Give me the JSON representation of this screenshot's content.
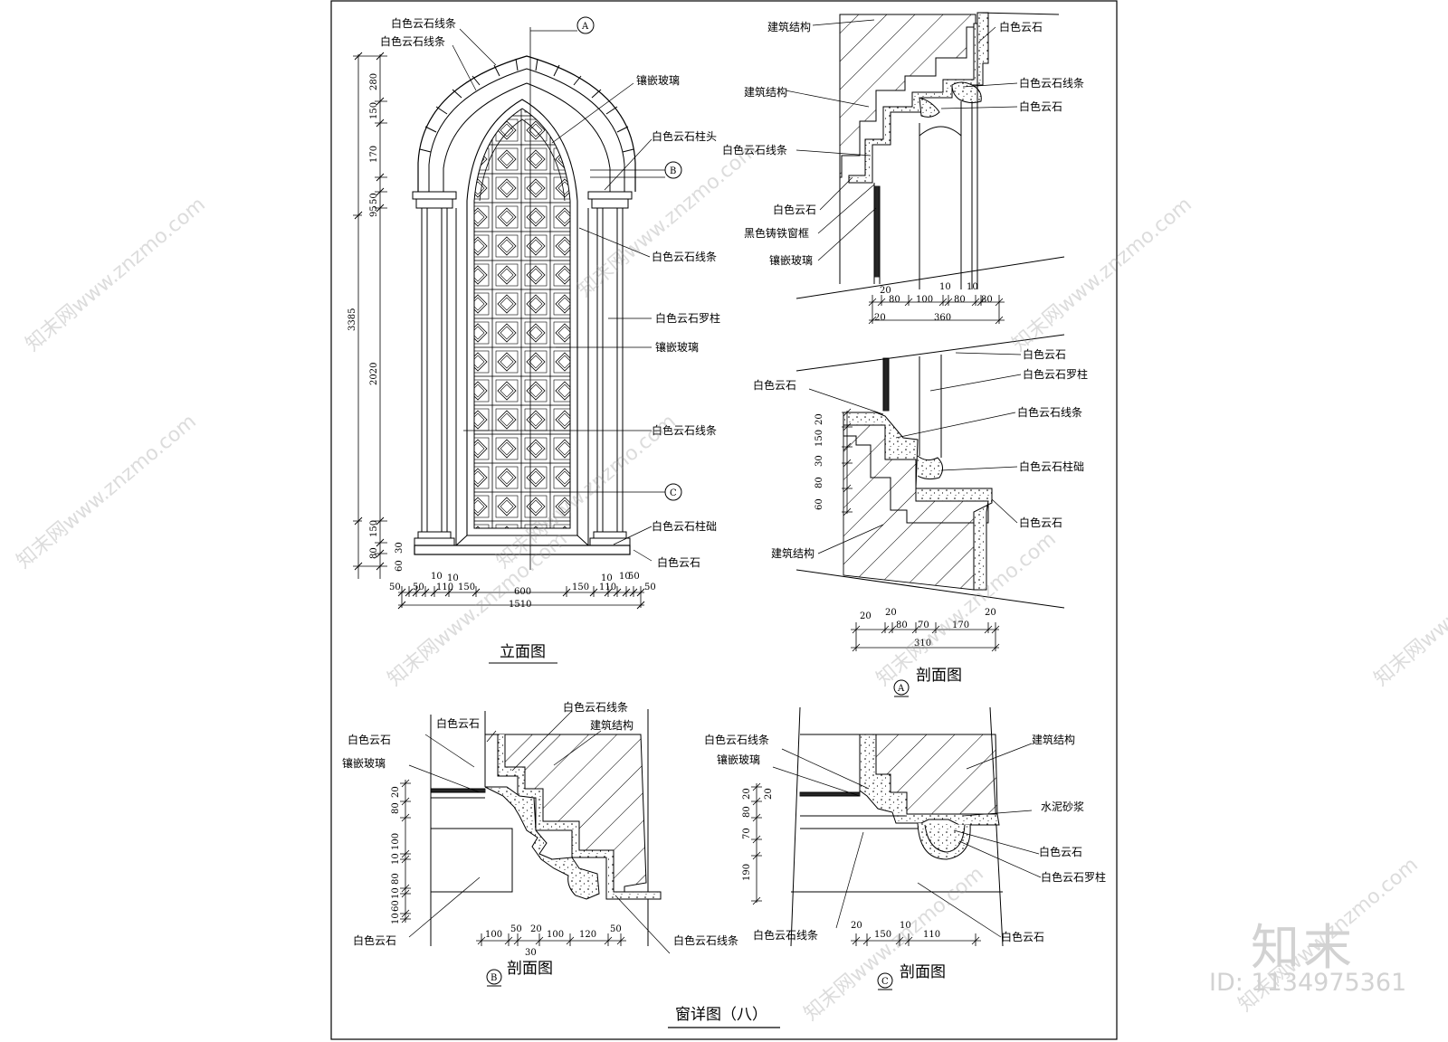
{
  "drawing": {
    "elevation": {
      "title": "立面图",
      "axis_markers": [
        "A",
        "B",
        "C"
      ],
      "labels": [
        "白色云石线条",
        "白色云石线条",
        "镶嵌玻璃",
        "白色云石柱头",
        "白色云石线条",
        "白色云石罗柱",
        "镶嵌玻璃",
        "白色云石线条",
        "白色云石柱础",
        "白色云石"
      ],
      "vertical_dims": [
        "280",
        "150",
        "170",
        "50",
        "95",
        "3385",
        "2020",
        "150",
        "80",
        "30",
        "60"
      ],
      "horizontal_dims_top": [
        "10",
        "10",
        "10",
        "10"
      ],
      "horizontal_dims": [
        "50",
        "50",
        "110",
        "150",
        "600",
        "150",
        "110",
        "50",
        "50"
      ],
      "total_width": "1510"
    },
    "section_a": {
      "title": "剖面图",
      "marker": "A",
      "labels": [
        "建筑结构",
        "白色云石",
        "建筑结构",
        "白色云石线条",
        "白色云石",
        "白色云石线条",
        "白色云石",
        "黑色铸铁窗框",
        "镶嵌玻璃",
        "白色云石",
        "白色云石",
        "白色云石罗柱",
        "白色云石线条",
        "白色云石柱础",
        "白色云石",
        "建筑结构"
      ],
      "upper_dims": [
        "20",
        "80",
        "100",
        "10",
        "80",
        "10",
        "80",
        "20",
        "360"
      ],
      "lower_dims_vertical": [
        "20",
        "150",
        "30",
        "80",
        "60"
      ],
      "lower_dims": [
        "20",
        "20",
        "80",
        "70",
        "170",
        "20",
        "310"
      ]
    },
    "section_b": {
      "title": "剖面图",
      "marker": "B",
      "labels": [
        "白色云石",
        "白色云石",
        "白色云石线条",
        "建筑结构",
        "镶嵌玻璃",
        "白色云石",
        "白色云石线条"
      ],
      "vertical_dims": [
        "20",
        "80",
        "100",
        "10",
        "80",
        "10",
        "60",
        "10"
      ],
      "horizontal_dims": [
        "100",
        "50",
        "20",
        "100",
        "120",
        "50",
        "30"
      ]
    },
    "section_c": {
      "title": "剖面图",
      "marker": "C",
      "labels": [
        "白色云石线条",
        "镶嵌玻璃",
        "建筑结构",
        "水泥砂浆",
        "白色云石",
        "白色云石罗柱",
        "白色云石线条",
        "白色云石"
      ],
      "vertical_dims": [
        "20",
        "20",
        "80",
        "70",
        "190"
      ],
      "horizontal_dims": [
        "20",
        "150",
        "10",
        "110"
      ]
    },
    "sheet_title": "窗详图（八）"
  },
  "branding": {
    "logo_text": "知末",
    "id_text": "ID: 1134975361",
    "watermark_text": "知末网www.znzmo.com"
  }
}
